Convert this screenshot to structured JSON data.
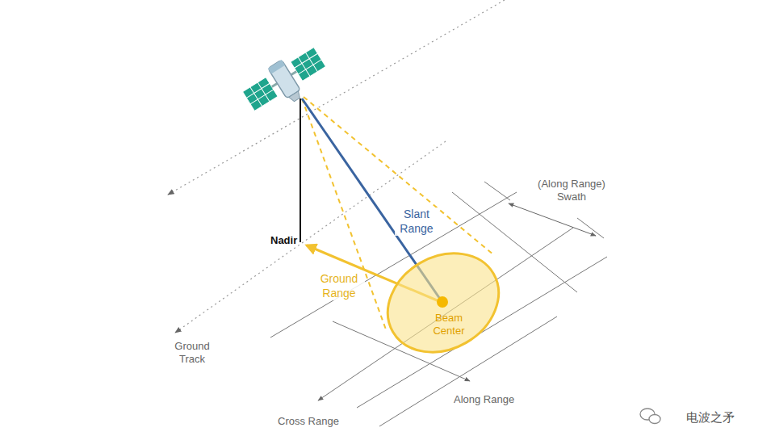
{
  "diagram": {
    "nodes": [
      {
        "text": [
          "Beam Center"
        ]
      }
    ],
    "edges": [],
    "labels": [
      "(Along Range) Swath",
      "Slant Range",
      "Nadir",
      "Ground Range",
      "Ground Track",
      "Along Range",
      "Cross Range",
      "电波之矛"
    ]
  }
}
